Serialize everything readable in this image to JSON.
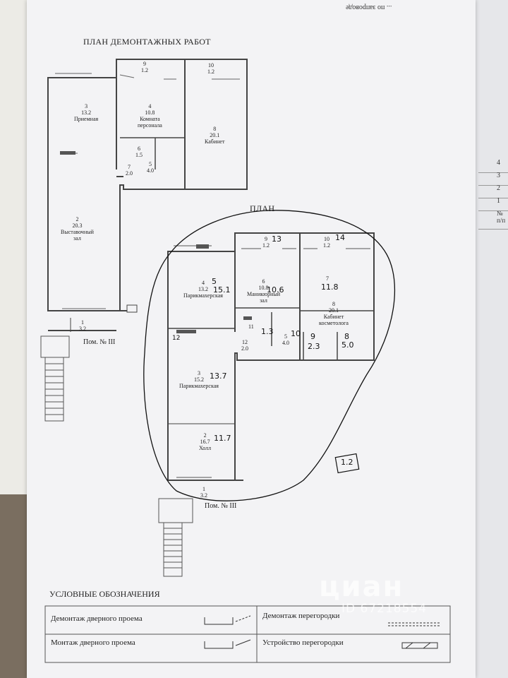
{
  "page": {
    "upside_text": "... по запроводе"
  },
  "plan_demontage": {
    "title": "ПЛАН ДЕМОНТАЖНЫХ РАБОТ",
    "rooms": [
      {
        "id": "9",
        "label": "9\n1.2"
      },
      {
        "id": "10",
        "label": "10\n1.2"
      },
      {
        "id": "3",
        "label": "3\n13.2\nПриемная"
      },
      {
        "id": "4",
        "label": "4\n10.8\nКомната\nперсонала"
      },
      {
        "id": "8",
        "label": "8\n20.1\nКабинет"
      },
      {
        "id": "6",
        "label": "6\n1.5"
      },
      {
        "id": "7",
        "label": "7\n2.0"
      },
      {
        "id": "5",
        "label": "5\n4.0"
      },
      {
        "id": "2",
        "label": "2\n20.3\nВыставочный\nзал"
      },
      {
        "id": "1",
        "label": "1\n3.2"
      }
    ],
    "pom_label": "Пом. № III"
  },
  "plan": {
    "title": "ПЛАН",
    "rooms": [
      {
        "id": "9",
        "label": "9\n1.2"
      },
      {
        "id": "10",
        "label": "10\n1.2"
      },
      {
        "id": "4",
        "label": "4\n13.2\nПарикмахерская"
      },
      {
        "id": "6",
        "label": "6\n10.8\nМаникюрный\nзал"
      },
      {
        "id": "7",
        "label": "7"
      },
      {
        "id": "8",
        "label": "8\n20.1\nКабинет\nкосметолога"
      },
      {
        "id": "11",
        "label": "11"
      },
      {
        "id": "12",
        "label": "12\n2.0"
      },
      {
        "id": "5b",
        "label": "5\n4.0"
      },
      {
        "id": "3",
        "label": "3\n15.2\nПарикмахерская"
      },
      {
        "id": "2",
        "label": "2\n16.7\nХолл"
      },
      {
        "id": "1",
        "label": "1\n3.2"
      }
    ],
    "handwritten": {
      "h9": "13",
      "h10": "14",
      "h4": "5",
      "h4val": "15.1",
      "h6": "10.6",
      "h7": "11.8",
      "h11": "1.3",
      "h5": "10",
      "h9b": "9",
      "h23": "2.3",
      "h8b": "8",
      "h50": "5.0",
      "h137": "13.7",
      "h117": "11.7",
      "h12": "12",
      "box": "1.2"
    },
    "pom_label": "Пом. № III"
  },
  "legend": {
    "title": "УСЛОВНЫЕ ОБОЗНАЧЕНИЯ",
    "items": [
      "Демонтаж дверного проема",
      "Демонтаж перегородки",
      "Монтаж дверного проема",
      "Устройство перегородки"
    ]
  },
  "side_table": {
    "header": "№ п/п",
    "rows": [
      "1",
      "2",
      "3",
      "4"
    ]
  },
  "watermark": {
    "brand": "циан",
    "id": "ID 67218554"
  }
}
